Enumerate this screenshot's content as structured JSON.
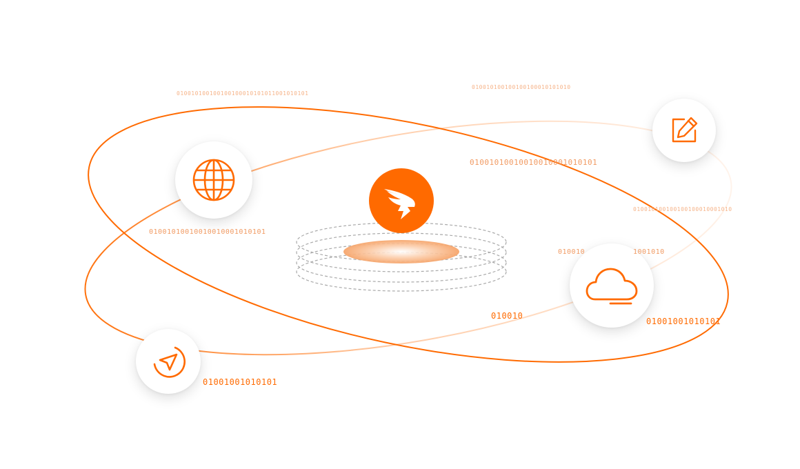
{
  "colors": {
    "accent": "#ff6a00",
    "accent_soft": "#f6b48a",
    "dash_gray": "#a8a8a8"
  },
  "icons": {
    "center": "dingtalk-logo-icon",
    "globe": "globe-icon",
    "edit": "edit-icon",
    "cloud": "cloud-icon",
    "send": "send-icon"
  },
  "binary_labels": {
    "top_left": "010010100100100100010101011001010101",
    "top_right": "010010100100100100010101010",
    "center_right": "01001010010010010001010101",
    "right_faint": "010010100100100100010001010",
    "left_mid": "01001010010010010001010101",
    "cloud_left": "010010",
    "cloud_right": "1001010",
    "center_low": "010010",
    "cloud_below": "01001001010101",
    "send_right": "01001001010101"
  }
}
